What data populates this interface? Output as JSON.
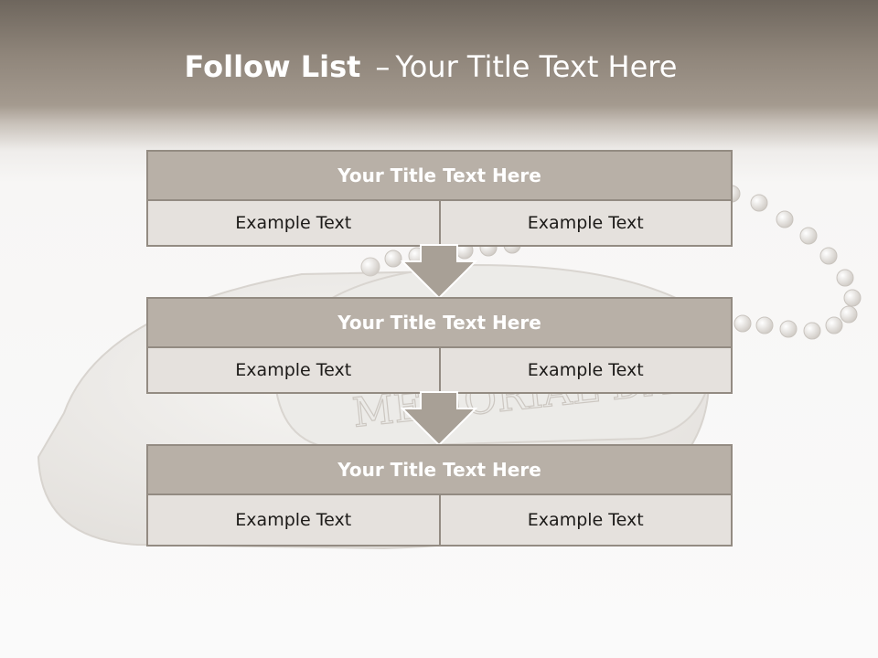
{
  "slide": {
    "title_bold": "Follow List",
    "title_dash": "–",
    "title_rest": "Your Title Text Here"
  },
  "blocks": [
    {
      "title": "Your Title Text Here",
      "left": "Example Text",
      "right": "Example Text"
    },
    {
      "title": "Your Title Text Here",
      "left": "Example Text",
      "right": "Example Text"
    },
    {
      "title": "Your Title Text Here",
      "left": "Example Text",
      "right": "Example Text"
    }
  ],
  "background_art": {
    "engraved_text": "MEMORIAL DAY"
  },
  "colors": {
    "header_band": "#8f857a",
    "block_header": "#b8b0a7",
    "block_row": "#e5e1dd",
    "border": "#938b82",
    "arrow": "#a8a096"
  }
}
